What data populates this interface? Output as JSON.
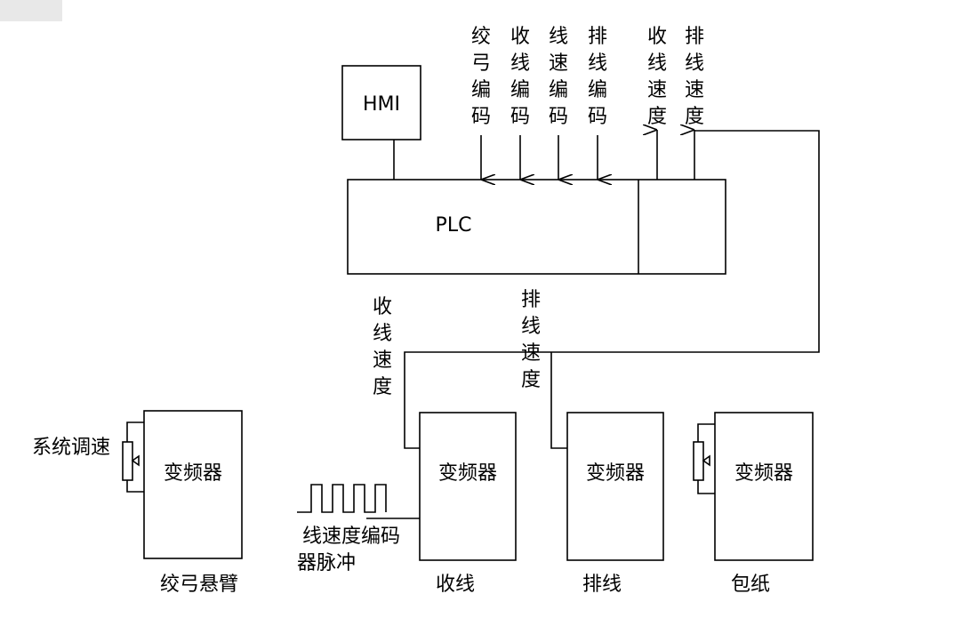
{
  "hmi_label": "HMI",
  "plc_label": "PLC",
  "plc_inputs": [
    "绞弓编码",
    "收线编码",
    "线速编码",
    "排线编码"
  ],
  "plc_outputs": [
    "收线速度",
    "排线速度"
  ],
  "speed_labels": {
    "takeup": "收线速度",
    "traverse": "排线速度"
  },
  "inverter_label": "变频器",
  "system_speed_label": "系统调速",
  "encoder_pulse_label": [
    "线速度编码",
    "器脉冲"
  ],
  "units": [
    "绞弓悬臂",
    "收线",
    "排线",
    "包纸"
  ]
}
